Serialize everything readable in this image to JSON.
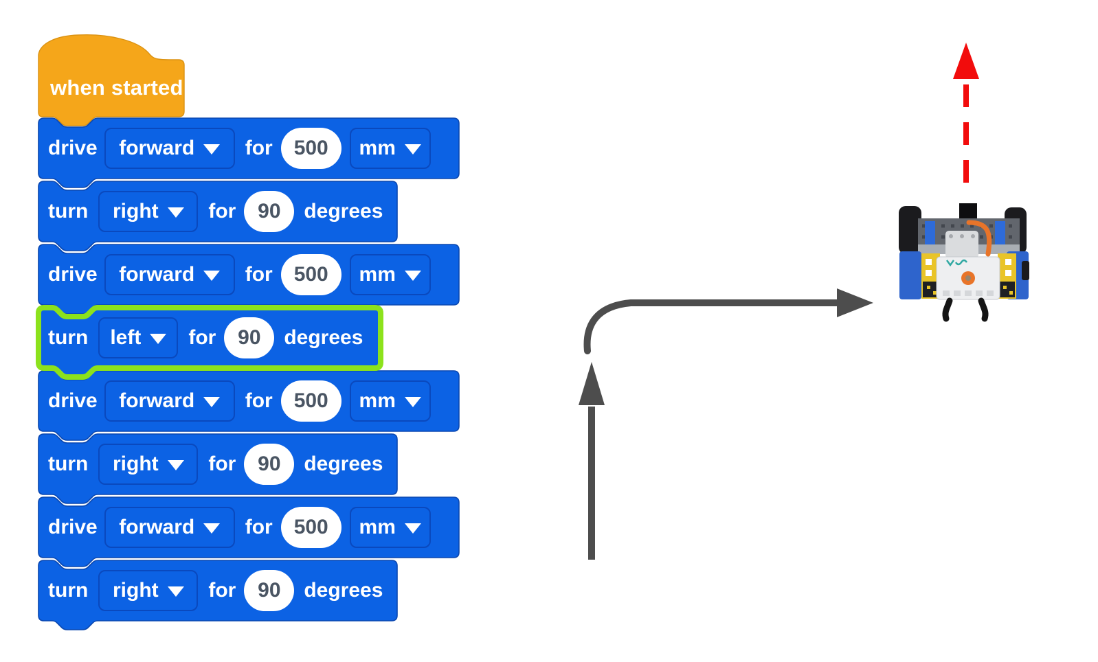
{
  "hat_block": {
    "label": "when started"
  },
  "program_blocks": [
    {
      "command": "drive",
      "direction": "forward",
      "for_label": "for",
      "value": "500",
      "unit": "mm"
    },
    {
      "command": "turn",
      "direction": "right",
      "for_label": "for",
      "value": "90",
      "unit": "degrees"
    },
    {
      "command": "drive",
      "direction": "forward",
      "for_label": "for",
      "value": "500",
      "unit": "mm"
    },
    {
      "command": "turn",
      "direction": "left",
      "for_label": "for",
      "value": "90",
      "unit": "degrees",
      "highlighted": true
    },
    {
      "command": "drive",
      "direction": "forward",
      "for_label": "for",
      "value": "500",
      "unit": "mm"
    },
    {
      "command": "turn",
      "direction": "right",
      "for_label": "for",
      "value": "90",
      "unit": "degrees"
    },
    {
      "command": "drive",
      "direction": "forward",
      "for_label": "for",
      "value": "500",
      "unit": "mm"
    },
    {
      "command": "turn",
      "direction": "right",
      "for_label": "for",
      "value": "90",
      "unit": "degrees"
    }
  ],
  "colors": {
    "block_blue": "#0C62E4",
    "block_seam": "#0A47B0",
    "hat_orange": "#F5A61A",
    "highlight_green": "#8CE21C",
    "value_text": "#4A5563",
    "path_arrow_gray": "#4D4D4D",
    "heading_arrow_red": "#F20C0C"
  }
}
